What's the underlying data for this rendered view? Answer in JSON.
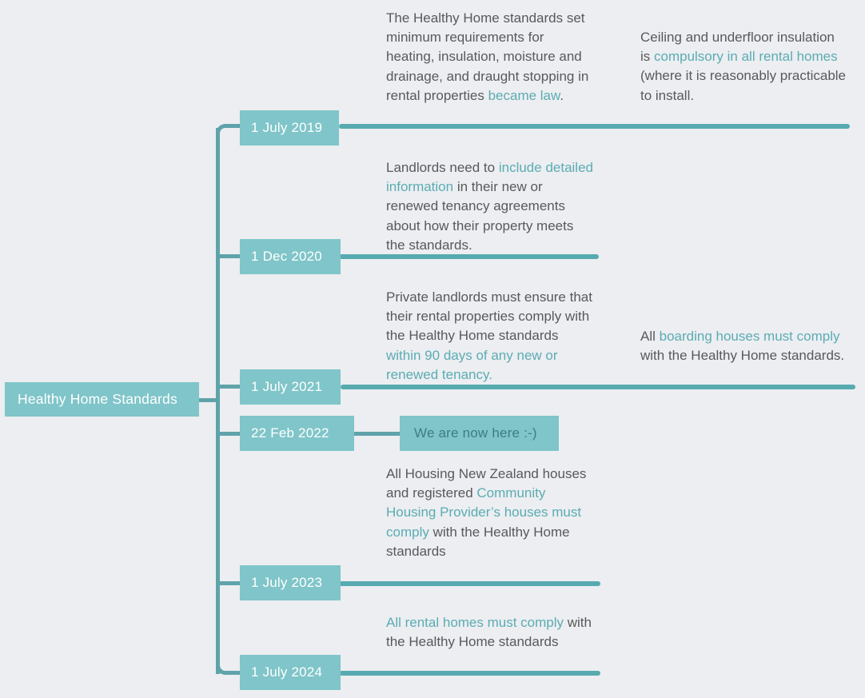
{
  "diagram": {
    "title": "Healthy Home Standards",
    "type": "timeline-mindmap",
    "colors": {
      "background": "#eceef1",
      "node_fill": "#7fc5c9",
      "node_text": "#ffffff",
      "marker_text": "#3f7d83",
      "connector": "#5fa3aa",
      "rule": "#57aab0",
      "body_text": "#58595b",
      "highlight_text": "#5bacb3"
    }
  },
  "root": {
    "label": "Healthy Home Standards"
  },
  "marker": {
    "label": "We are now here :-)"
  },
  "milestones": [
    {
      "date": "1 July 2019",
      "notes": [
        {
          "column": "left",
          "segments": [
            {
              "text": "The Healthy Home standards set minimum requirements for heating, insulation, moisture and drainage, and draught stopping in rental properties ",
              "highlight": false
            },
            {
              "text": "became law",
              "highlight": true
            },
            {
              "text": ".",
              "highlight": false
            }
          ]
        },
        {
          "column": "right",
          "segments": [
            {
              "text": "Ceiling and underfloor insulation is ",
              "highlight": false
            },
            {
              "text": "compulsory in all rental homes",
              "highlight": true
            },
            {
              "text": " (where it is reasonably practicable to install.",
              "highlight": false
            }
          ]
        }
      ]
    },
    {
      "date": "1 Dec 2020",
      "notes": [
        {
          "column": "left",
          "segments": [
            {
              "text": "Landlords need to ",
              "highlight": false
            },
            {
              "text": "include detailed information",
              "highlight": true
            },
            {
              "text": " in their new or renewed tenancy agreements about how their property meets the standards.",
              "highlight": false
            }
          ]
        }
      ]
    },
    {
      "date": "1 July 2021",
      "notes": [
        {
          "column": "left",
          "segments": [
            {
              "text": "Private landlords must ensure that their rental properties comply with the Healthy Home standards ",
              "highlight": false
            },
            {
              "text": "within 90 days of any new or renewed tenancy.",
              "highlight": true
            }
          ]
        },
        {
          "column": "right",
          "segments": [
            {
              "text": "All ",
              "highlight": false
            },
            {
              "text": "boarding houses must comply",
              "highlight": true
            },
            {
              "text": " with the Healthy Home standards.",
              "highlight": false
            }
          ]
        }
      ]
    },
    {
      "date": "22 Feb 2022",
      "notes": []
    },
    {
      "date": "1 July 2023",
      "notes": [
        {
          "column": "left",
          "segments": [
            {
              "text": "All Housing New Zealand houses and registered ",
              "highlight": false
            },
            {
              "text": "Community Housing Provider’s houses must comply",
              "highlight": true
            },
            {
              "text": " with the Healthy Home standards",
              "highlight": false
            }
          ]
        }
      ]
    },
    {
      "date": "1 July 2024",
      "notes": [
        {
          "column": "left",
          "segments": [
            {
              "text": "All rental homes must comply",
              "highlight": true
            },
            {
              "text": " with the Healthy Home standards",
              "highlight": false
            }
          ]
        }
      ]
    }
  ]
}
